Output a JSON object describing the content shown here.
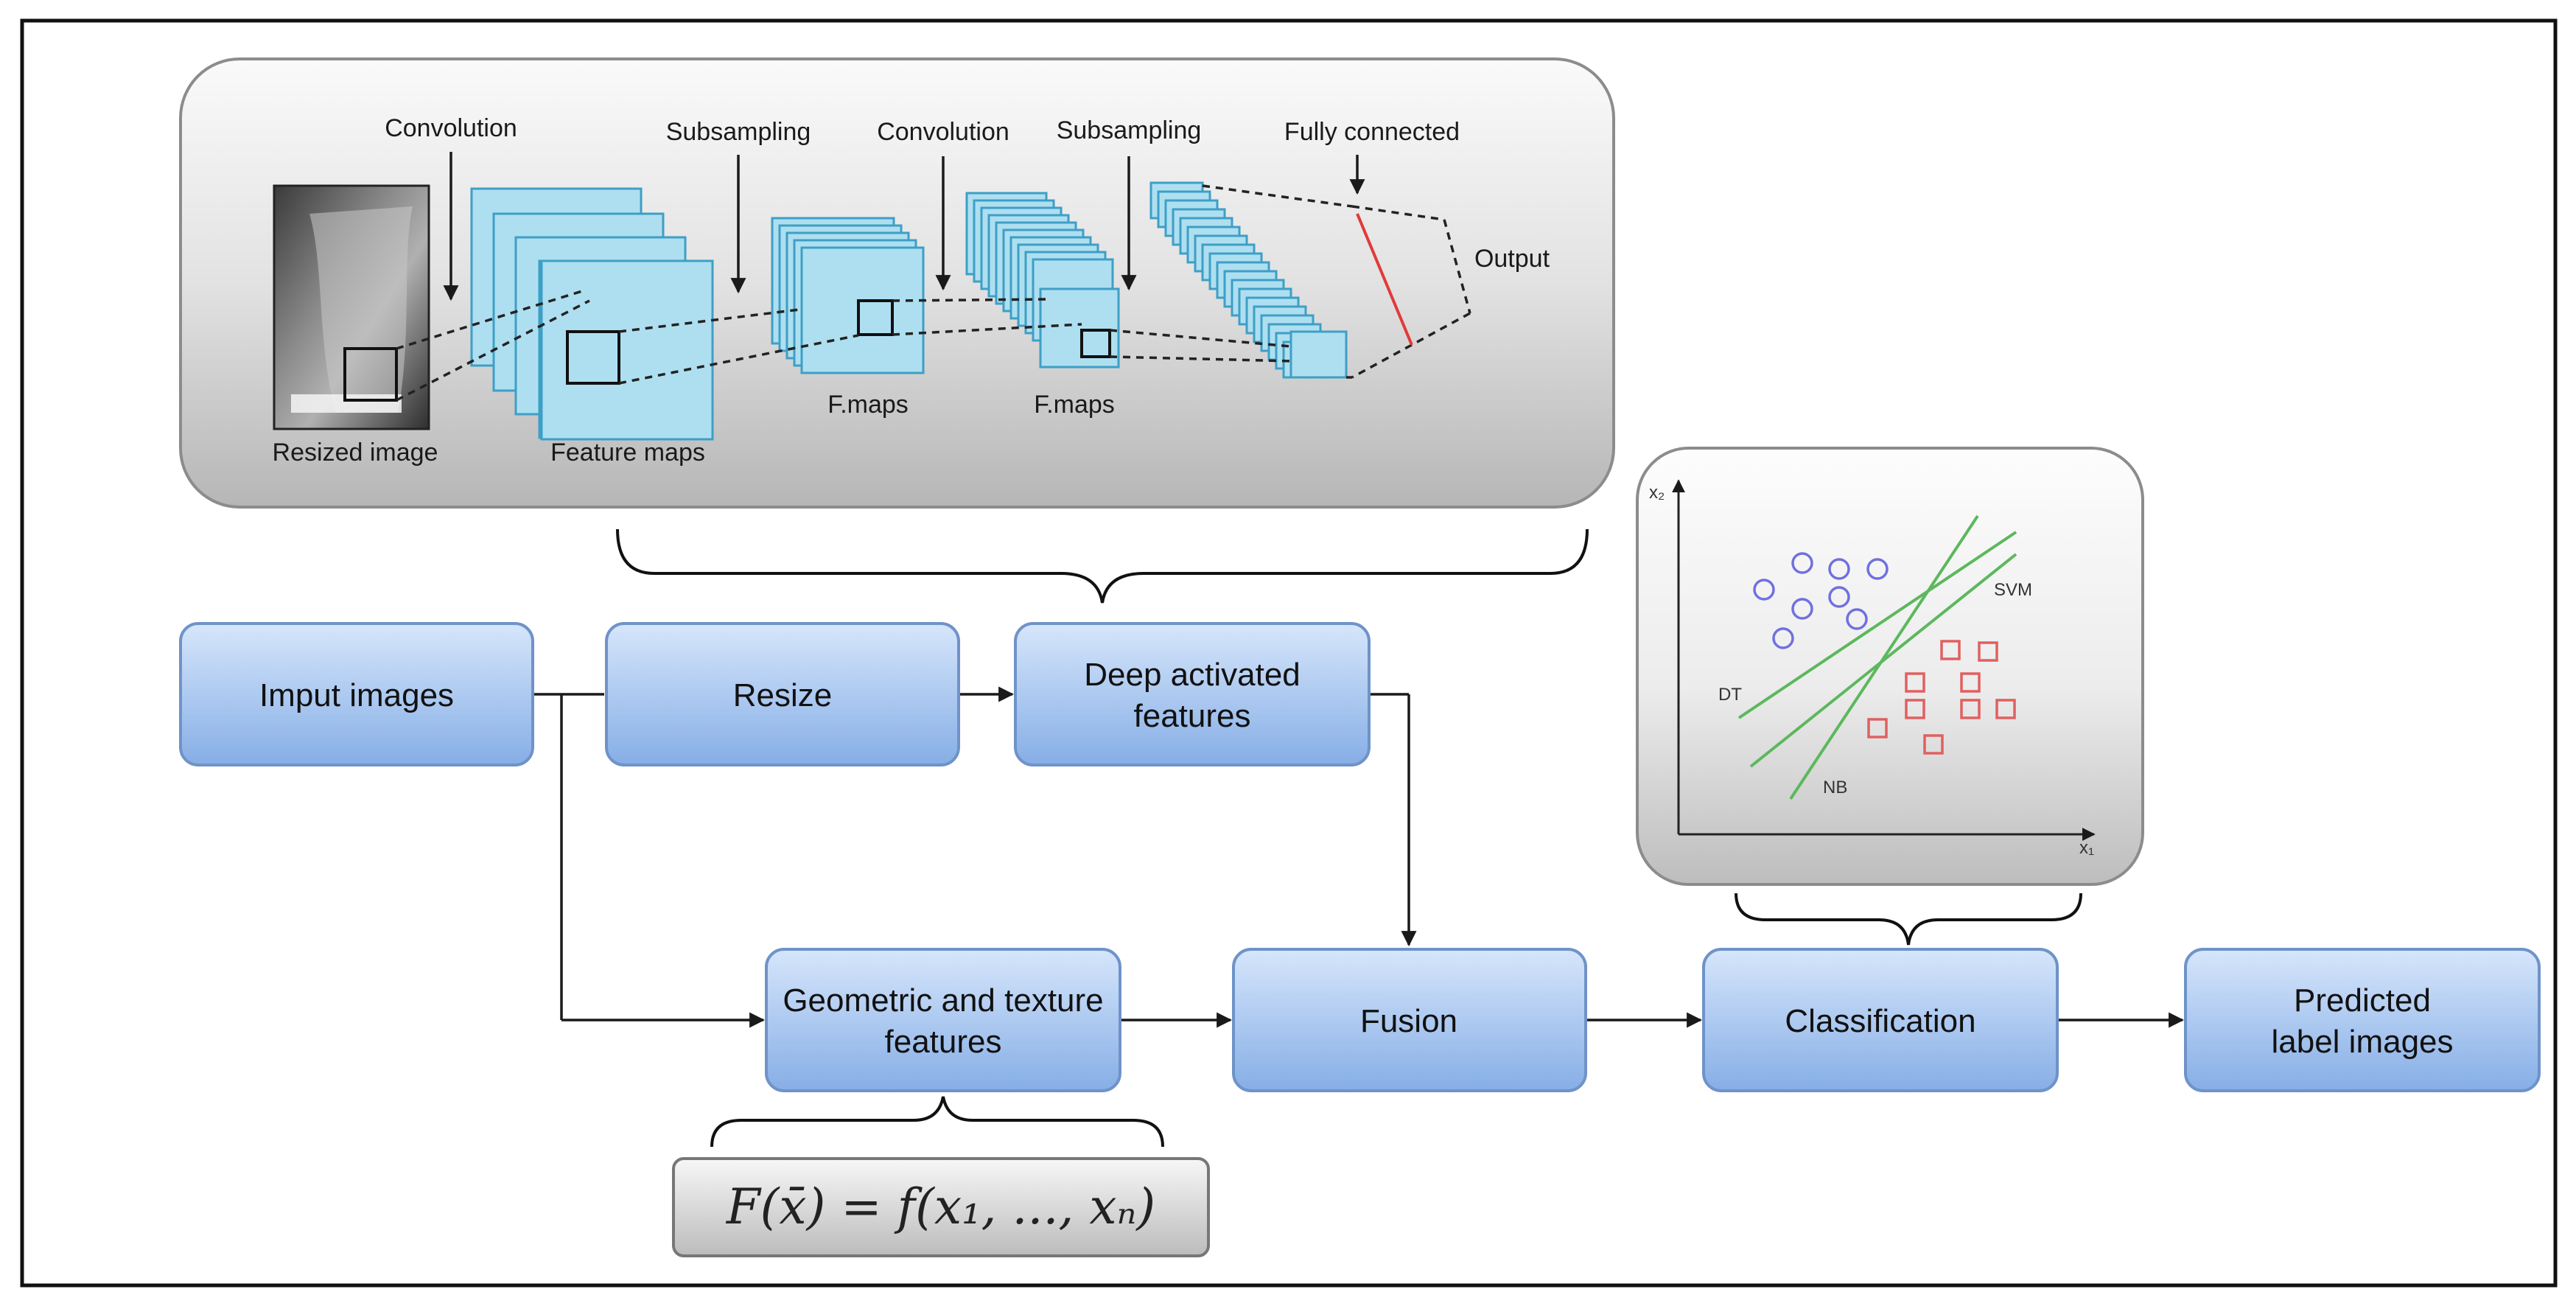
{
  "cnn": {
    "convolution1": "Convolution",
    "subsampling1": "Subsampling",
    "convolution2": "Convolution",
    "subsampling2": "Subsampling",
    "fully_connected": "Fully connected",
    "output": "Output",
    "resized_image": "Resized image",
    "feature_maps": "Feature maps",
    "fmaps1": "F.maps",
    "fmaps2": "F.maps"
  },
  "flow": {
    "input_images": "Imput images",
    "resize": "Resize",
    "deep_line1": "Deep activated",
    "deep_line2": "features",
    "geo_line1": "Geometric and texture",
    "geo_line2": "features",
    "fusion": "Fusion",
    "classification": "Classification",
    "pred_line1": "Predicted",
    "pred_line2": "label images"
  },
  "formula": "F(x̄) = f(x₁, ..., xₙ)",
  "classifier_plot": {
    "y_axis": "x₂",
    "x_axis": "x₁",
    "svm": "SVM",
    "dt": "DT",
    "nb": "NB",
    "circle_color": "#7070e0",
    "square_color": "#e06060",
    "boundary_color": "#5cb85c"
  },
  "colors": {
    "box_fill_top": "#d6e6fb",
    "box_fill_bottom": "#86aee6",
    "box_border": "#6f93c8",
    "fmap_fill": "#aedff0",
    "fmap_border": "#3e9fc6",
    "fc_line": "#e23a3a"
  }
}
